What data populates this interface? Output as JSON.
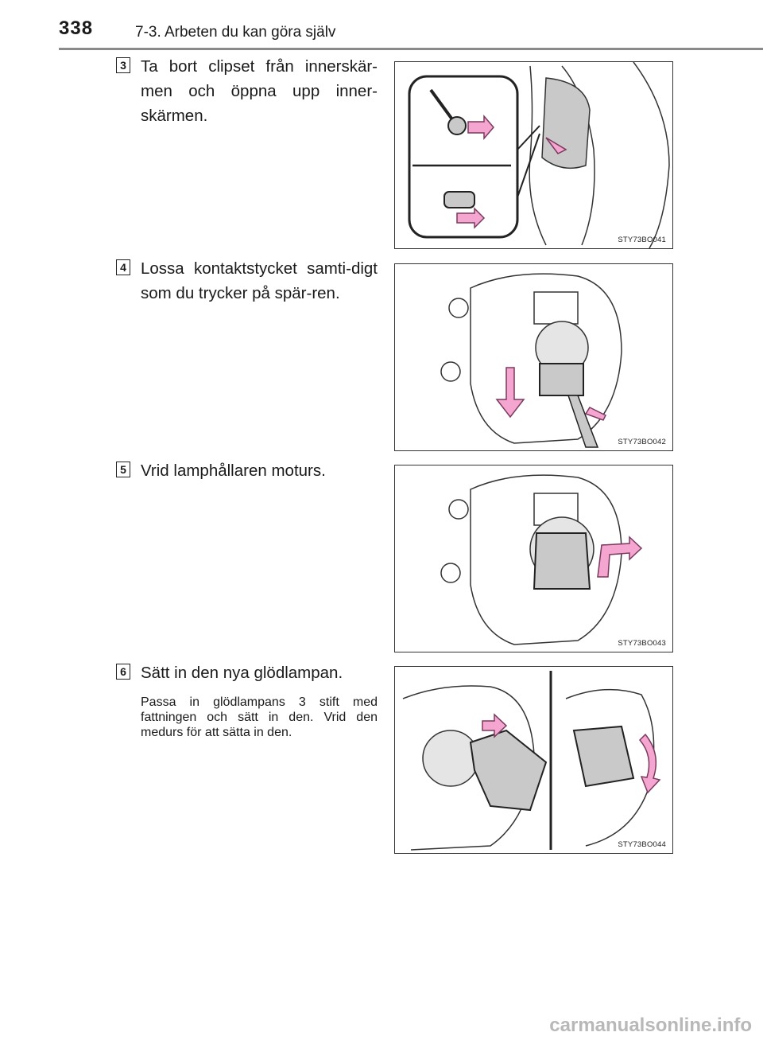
{
  "header": {
    "page_number": "338",
    "section_title": "7-3. Arbeten du kan göra själv"
  },
  "steps": [
    {
      "badge": "3",
      "text": "Ta bort clipset från innerskär-men och öppna upp inner-skärmen.",
      "figure_code": "STY73BO041",
      "figure_icon": "clip-removal-illustration"
    },
    {
      "badge": "4",
      "text": "Lossa kontaktstycket samti-digt som du trycker på spär-ren.",
      "figure_code": "STY73BO042",
      "figure_icon": "connector-release-illustration"
    },
    {
      "badge": "5",
      "text": "Vrid lamphållaren moturs.",
      "figure_code": "STY73BO043",
      "figure_icon": "bulb-holder-turn-illustration"
    },
    {
      "badge": "6",
      "text": "Sätt in den nya glödlampan.",
      "note": "Passa in glödlampans 3 stift med fattningen och sätt in den. Vrid den medurs för att sätta in den.",
      "figure_code": "STY73BO044",
      "figure_icon": "bulb-insert-illustration"
    }
  ],
  "footer": {
    "watermark": "carmanualsonline.info"
  },
  "colors": {
    "arrow_fill": "#f4a6d0",
    "arrow_stroke": "#7a3a5e",
    "part_gray": "#c9c9c9",
    "rule_gray": "#8a8a8a"
  }
}
